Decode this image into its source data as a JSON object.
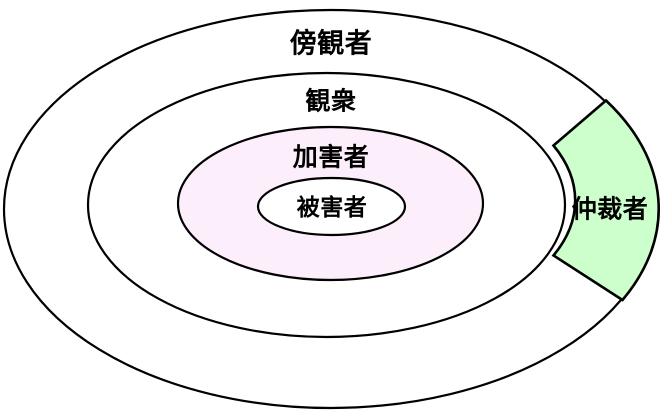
{
  "diagram": {
    "type": "concentric-ellipse-layers",
    "background_color": "#ffffff",
    "stroke_color": "#000000",
    "layers": [
      {
        "id": "bystander",
        "label": "傍観者",
        "fill_color": "#ffffff",
        "level": 4,
        "label_position": "top-of-ring"
      },
      {
        "id": "audience",
        "label": "観衆",
        "fill_color": "#ffffff",
        "level": 3,
        "label_position": "top-of-ring"
      },
      {
        "id": "offender",
        "label": "加害者",
        "fill_color": "#fceffb",
        "level": 2,
        "label_position": "top-of-ring"
      },
      {
        "id": "victim",
        "label": "被害者",
        "fill_color": "#ffffff",
        "level": 1,
        "label_position": "center"
      }
    ],
    "sector": {
      "id": "mediator",
      "label": "仲裁者",
      "fill_color": "#ccffcc",
      "position": "right-outer-ring"
    }
  }
}
